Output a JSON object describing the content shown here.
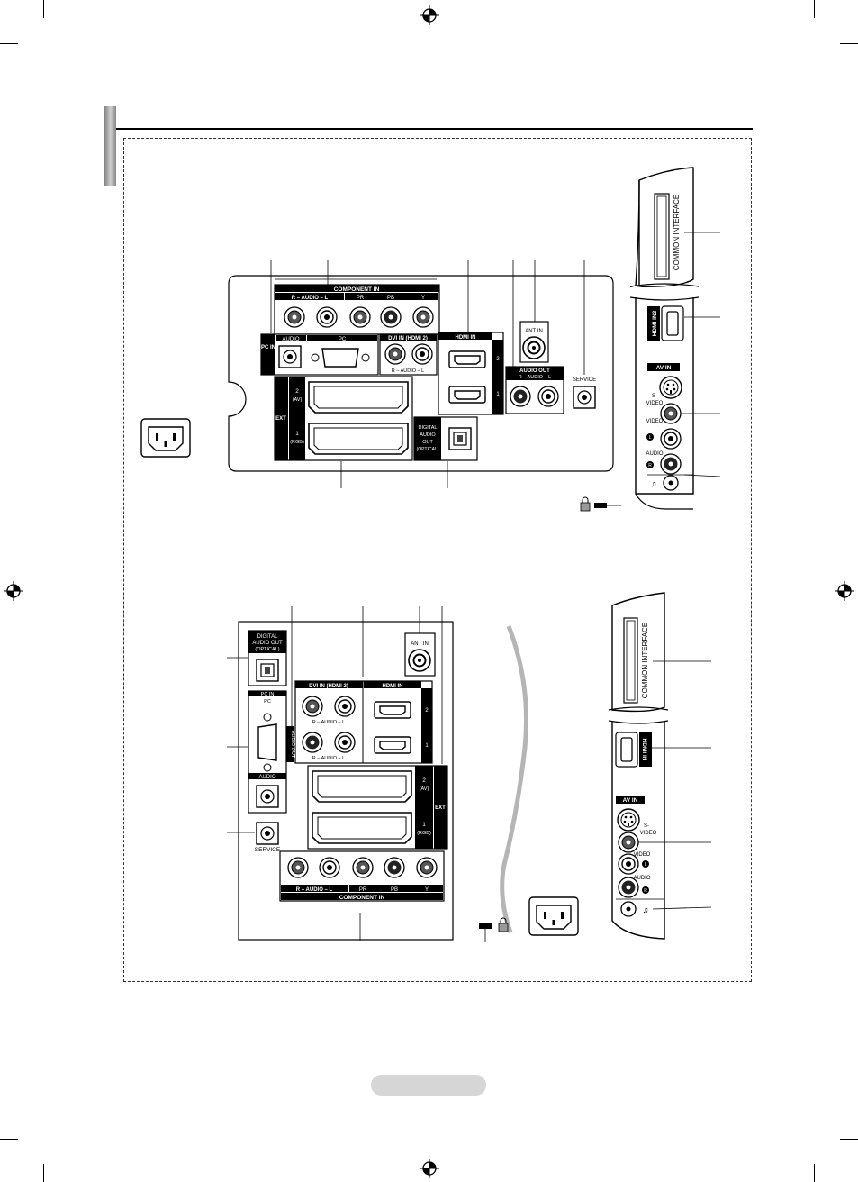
{
  "rear_top": {
    "component_in": "COMPONENT IN",
    "audio_rl": "R – AUDIO – L",
    "pr": "PR",
    "pb": "PB",
    "y": "Y",
    "pc_in": "PC IN",
    "audio": "AUDIO",
    "pc": "PC",
    "dvi_in": "DVI IN (HDMI 2)",
    "dvi_audio": "R – AUDIO – L",
    "hdmi_in": "HDMI IN",
    "hdmi_2": "2",
    "hdmi_1": "1",
    "ant_in": "ANT IN",
    "audio_out": "AUDIO OUT",
    "audio_out_rl": "R – AUDIO – L",
    "service": "SERVICE",
    "ext": "EXT",
    "ext_2": "2",
    "ext_2_sub": "(AV)",
    "ext_1": "1",
    "ext_1_sub": "(RGB)",
    "digital_audio_out": [
      "DIGITAL",
      "AUDIO",
      "OUT",
      "(OPTICAL)"
    ]
  },
  "side_top": {
    "common_interface": "COMMON INTERFACE",
    "hdmi_in3": "HDMI IN3",
    "av_in": "AV IN",
    "s_video": [
      "S-",
      "VIDEO"
    ],
    "video": "VIDEO",
    "l": "L",
    "audio": "AUDIO",
    "r": "R"
  },
  "rear_bottom": {
    "digital_audio_out": [
      "DIGITAL",
      "AUDIO OUT",
      "(OPTICAL)"
    ],
    "pc_in": "PC IN",
    "pc": "PC",
    "audio": "AUDIO",
    "service": "SERVICE",
    "ant_in": "ANT IN",
    "dvi_in": "DVI IN (HDMI 2)",
    "hdmi_in": "HDMI IN",
    "audio_rl": "R – AUDIO – L",
    "audio_out": "AUDIO OUT",
    "hdmi_2": "2",
    "hdmi_1": "1",
    "ext": "EXT",
    "ext_2": "2",
    "ext_2_sub": "(AV)",
    "ext_1": "1",
    "ext_1_sub": "(RGB)",
    "component_in": "COMPONENT IN",
    "comp_audio": "R – AUDIO – L",
    "pr": "PR",
    "pb": "PB",
    "y": "Y"
  },
  "side_bottom": {
    "common_interface": "COMMON INTERFACE",
    "hdmi_in": "HDMI IN",
    "av_in": "AV IN",
    "s_video": [
      "S-",
      "VIDEO"
    ],
    "video": "VIDEO",
    "l": "L",
    "audio": "AUDIO",
    "r": "R"
  }
}
